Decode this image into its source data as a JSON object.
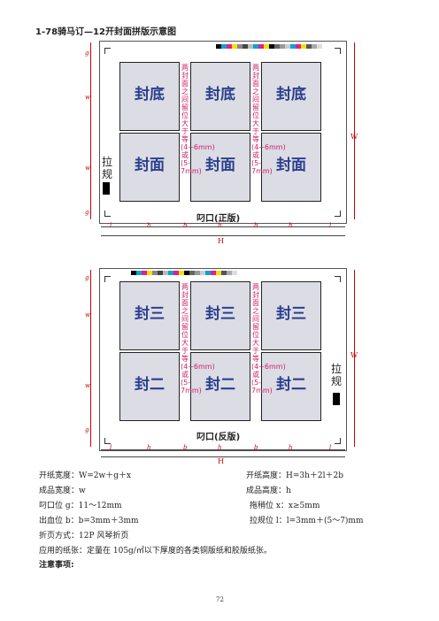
{
  "heading": "1-78骑马订—12开封面拼版示意图",
  "diagram1": {
    "panels_top": [
      "封底",
      "封底",
      "封底"
    ],
    "panels_bottom": [
      "封面",
      "封面",
      "封面"
    ],
    "gutter_text": "两封面之间留位大于等(4~6mm)或(5-7mm)",
    "mouth_label": "叼口(正版)",
    "grip_label": "拉规",
    "dims": {
      "g": "g",
      "w": "w",
      "W": "W",
      "l": "l",
      "h": "h",
      "b": "b",
      "H": "H"
    }
  },
  "diagram2": {
    "panels_top": [
      "封三",
      "封三",
      "封三"
    ],
    "panels_bottom": [
      "封二",
      "封二",
      "封二"
    ],
    "gutter_text": "两封面之间留位大于等(4~6mm)或(5-7mm)",
    "mouth_label": "叼口(反版)",
    "grip_label": "拉规",
    "dims": {
      "g": "g",
      "w": "w",
      "W": "W",
      "l": "l",
      "h": "h",
      "b": "b",
      "H": "H"
    }
  },
  "info": {
    "paper_width": "开纸宽度：W=2w＋g＋x",
    "paper_height": "开纸高度：H=3h＋2l＋2b",
    "finished_width": "成品宽度：w",
    "finished_height": "成品高度：h",
    "gripper": "叼口位 g：11～12mm",
    "drag": "拖稍位 x：x≥5mm",
    "bleed": "出血位 b：b=3mm＋3mm",
    "side_guide": "拉规位 l：l=3mm＋(5～7)mm",
    "fold": "折页方式：12P 风琴折页",
    "paper_use": "应用的纸张：定量在 105g/㎡以下厚度的各类铜版纸和胶版纸张。",
    "notes_title": "注意事项:"
  },
  "page_number": "72",
  "colors": {
    "accent_red": "#cc0000",
    "panel_text": "#2a3f8f",
    "gutter_text": "#d0206a",
    "panel_fill": "#dcdce4"
  }
}
